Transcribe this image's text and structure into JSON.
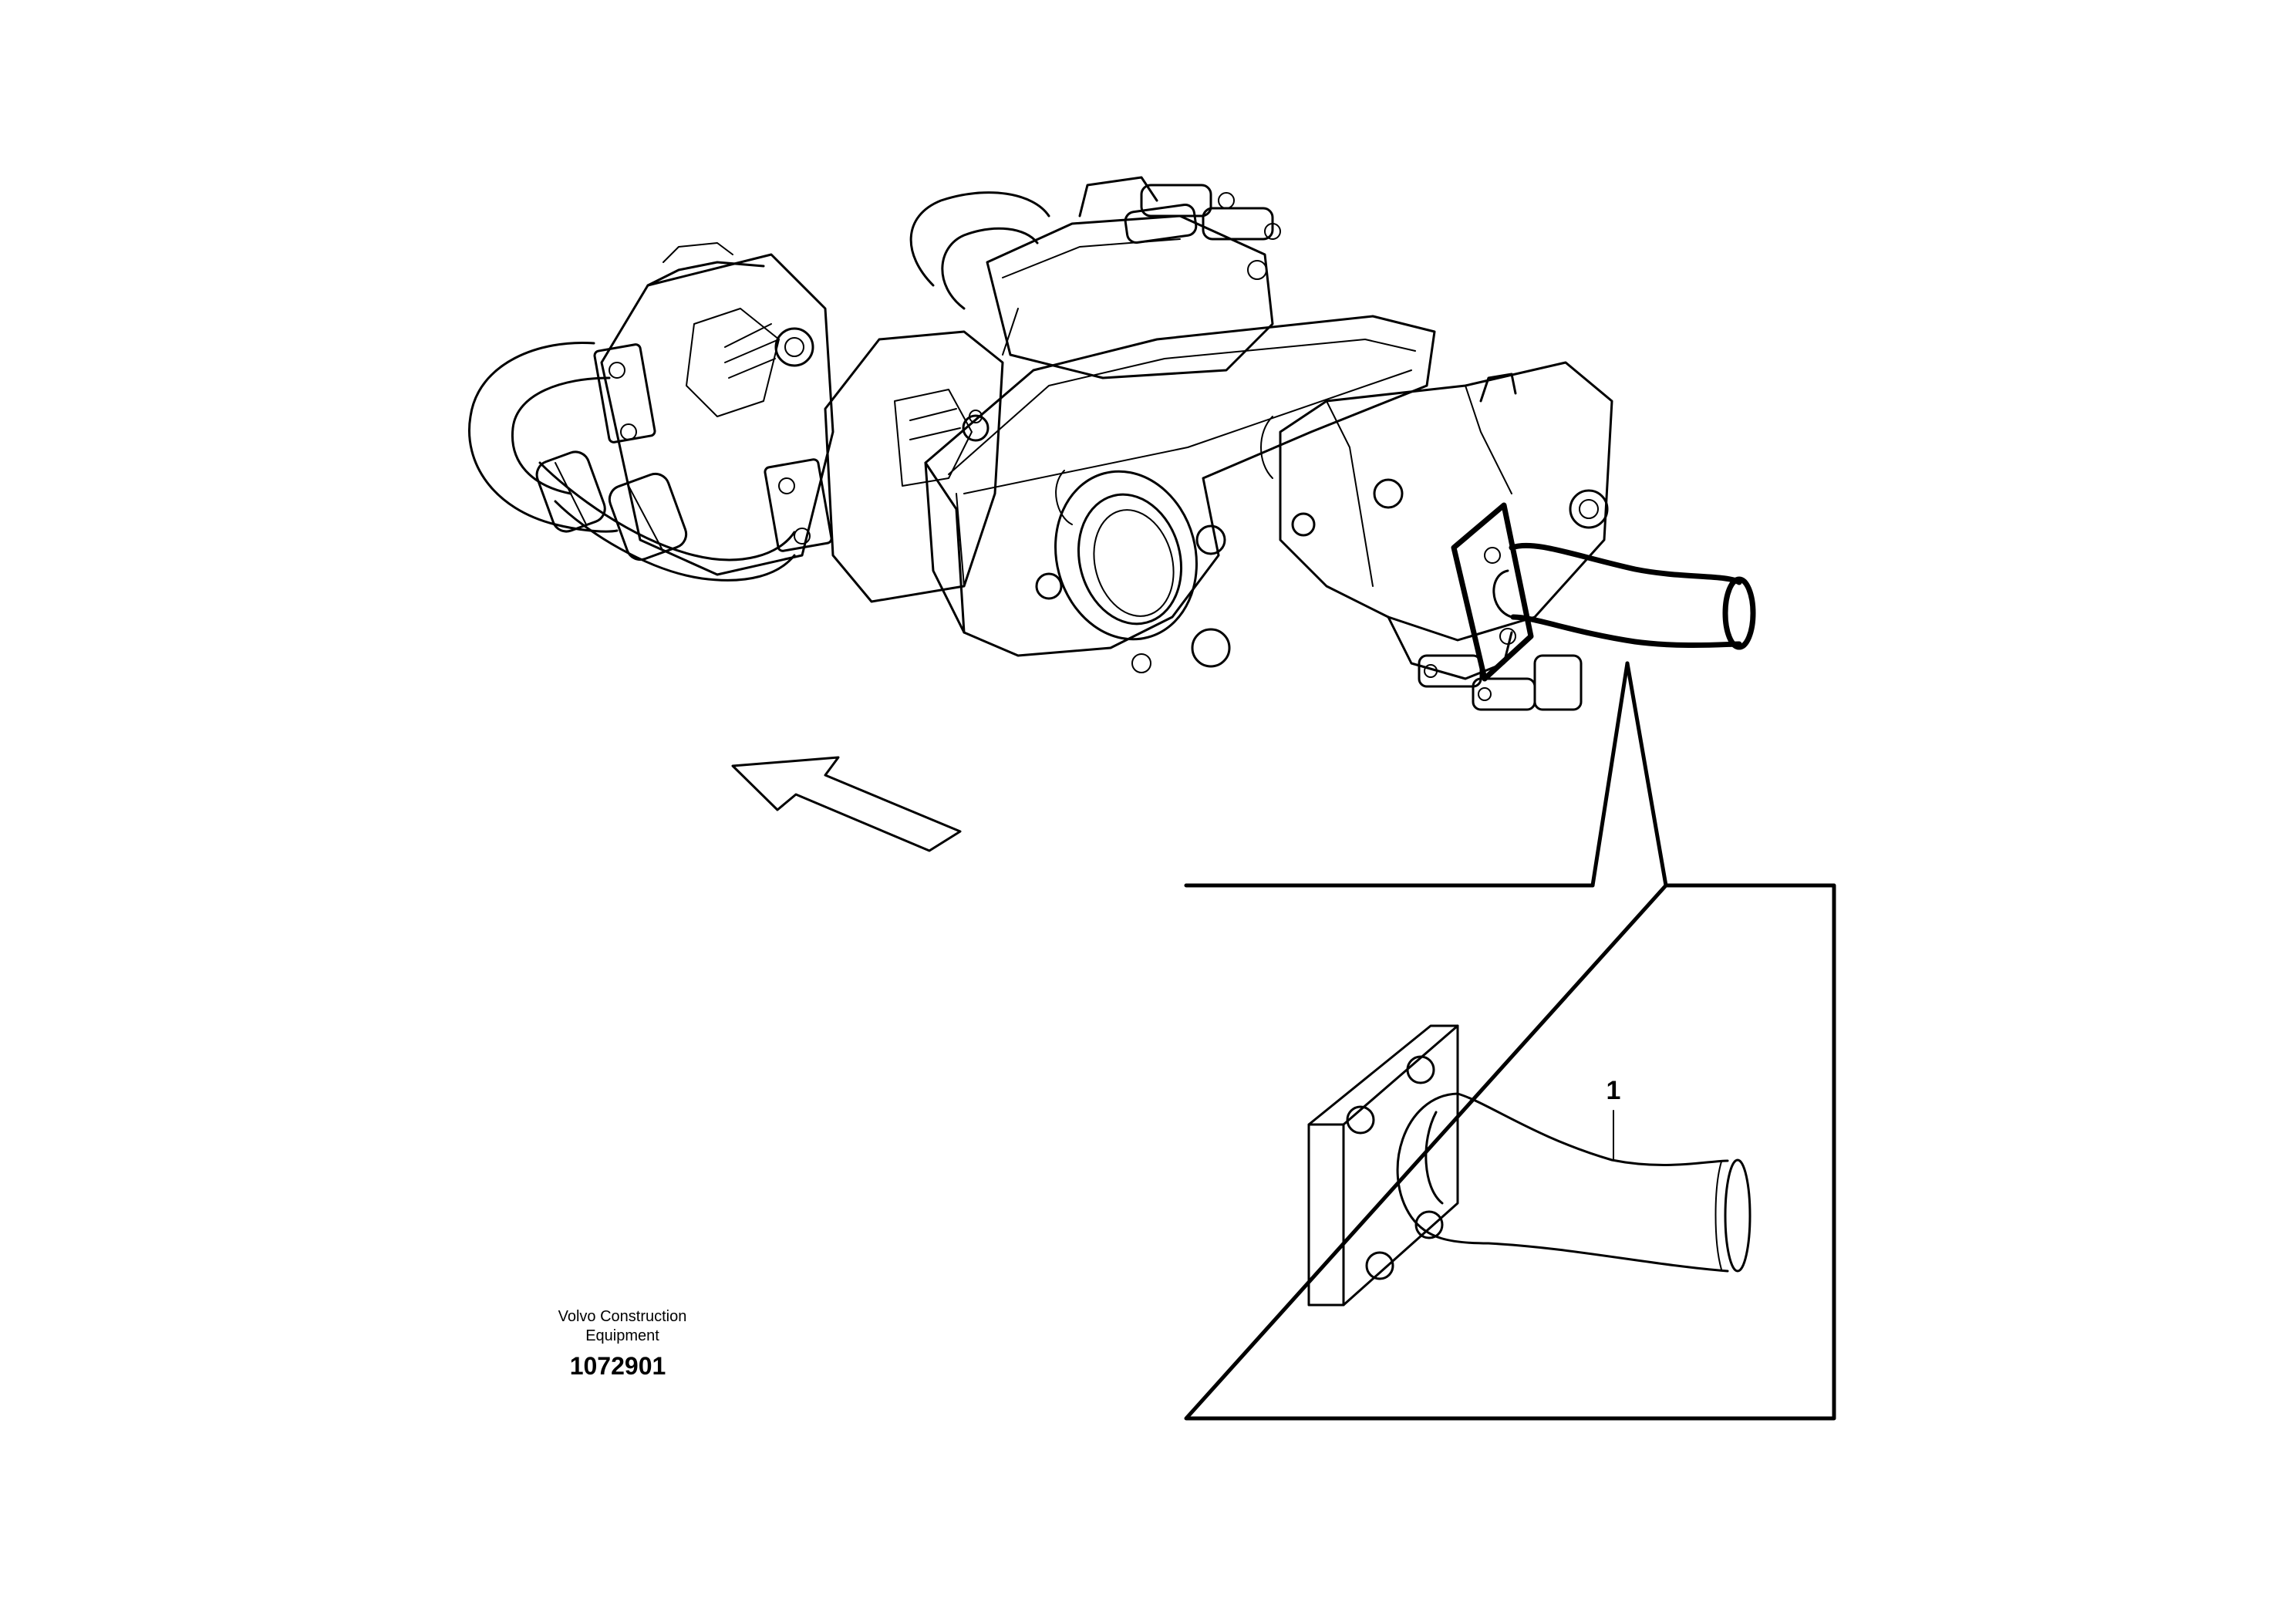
{
  "publisher": {
    "line1": "Volvo Construction",
    "line2": "Equipment"
  },
  "figure_number": "1072901",
  "callouts": [
    {
      "label": "1"
    }
  ],
  "colors": {
    "ink": "#000000",
    "paper": "#ffffff"
  }
}
